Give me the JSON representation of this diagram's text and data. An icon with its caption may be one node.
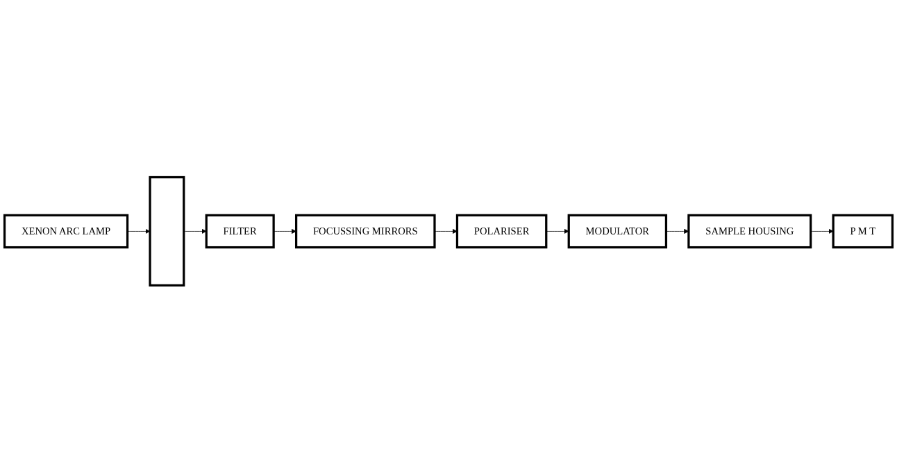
{
  "diagram": {
    "nodes": [
      {
        "text": [],
        "shape": "box"
      },
      {
        "text": [
          "XENON ARC LAMP"
        ]
      },
      {
        "text": [
          "FILTER"
        ]
      },
      {
        "text": [
          "FOCUSSING MIRRORS"
        ]
      },
      {
        "text": [
          "POLARISER"
        ]
      },
      {
        "text": [
          "MODULATOR"
        ]
      },
      {
        "text": [
          "SAMPLE HOUSING"
        ]
      },
      {
        "text": [
          "P M T"
        ]
      }
    ],
    "edges": [
      {
        "from": 1,
        "to": 0,
        "arrow": "to"
      },
      {
        "from": 0,
        "to": 2,
        "arrow": "to"
      },
      {
        "from": 2,
        "to": 3,
        "arrow": "to"
      },
      {
        "from": 3,
        "to": 4,
        "arrow": "to"
      },
      {
        "from": 4,
        "to": 5,
        "arrow": "to"
      },
      {
        "from": 5,
        "to": 6,
        "arrow": "to"
      },
      {
        "from": 6,
        "to": 7,
        "arrow": "to"
      }
    ]
  }
}
